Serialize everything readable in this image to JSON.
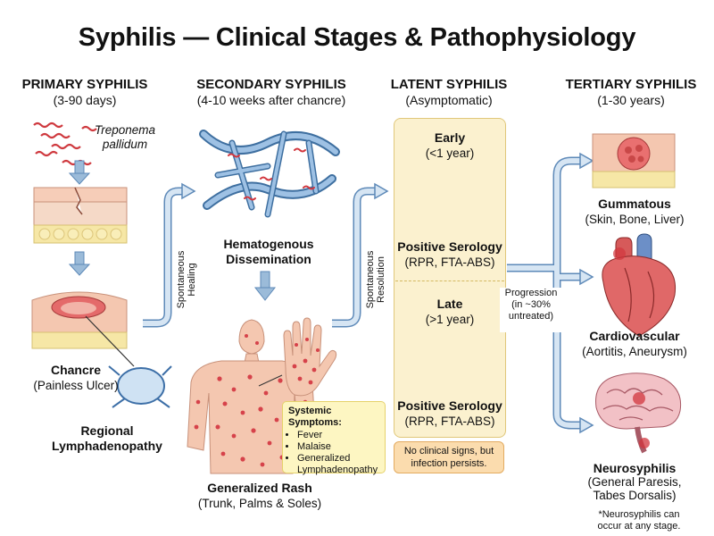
{
  "title": "Syphilis — Clinical Stages & Pathophysiology",
  "colors": {
    "arrow": "#9bbbd9",
    "arrow_stroke": "#5d89b8",
    "lesion": "#d6424a",
    "skin": "#f4c7b0",
    "latent_bg": "#fbf1cf",
    "note_bg": "#fbdcae",
    "symptom_bg": "#fdf6c2"
  },
  "primary": {
    "heading": "PRIMARY SYPHILIS",
    "duration": "(3-90 days)",
    "organism_line1": "Treponema",
    "organism_line2": "pallidum",
    "chancre": "Chancre",
    "chancre_desc": "(Painless Ulcer)",
    "lymph_line1": "Regional",
    "lymph_line2": "Lymphadenopathy",
    "icons": [
      "treponema-spirochete-icon",
      "skin-layer-icon",
      "chancre-ulcer-icon",
      "lymph-node-icon"
    ]
  },
  "transition1": {
    "line1": "Spontaneous",
    "line2": "Healing"
  },
  "secondary": {
    "heading": "SECONDARY SYPHILIS",
    "duration": "(4-10 weeks after chancre)",
    "dissem_line1": "Hematogenous",
    "dissem_line2": "Dissemination",
    "rash": "Generalized Rash",
    "rash_desc": "(Trunk, Palms & Soles)",
    "symptoms_title": "Systemic Symptoms:",
    "symptoms": [
      "Fever",
      "Malaise",
      "Generalized Lymphadenopathy"
    ],
    "icons": [
      "blood-vessel-icon",
      "body-rash-icon",
      "palm-rash-icon"
    ]
  },
  "transition2": {
    "line1": "Spontaneous",
    "line2": "Resolution"
  },
  "latent": {
    "heading": "LATENT SYPHILIS",
    "subheading": "(Asymptomatic)",
    "early": "Early",
    "early_desc": "(<1 year)",
    "late": "Late",
    "late_desc": "(>1 year)",
    "serology": "Positive Serology",
    "serology_tests": "(RPR, FTA-ABS)",
    "note": "No clinical signs, but infection persists.",
    "icons": [
      "test-tube-icon"
    ]
  },
  "progression": {
    "line1": "Progression",
    "line2": "(in ~30%",
    "line3": "untreated)"
  },
  "tertiary": {
    "heading": "TERTIARY SYPHILIS",
    "duration": "(1-30 years)",
    "gummatous": "Gummatous",
    "gummatous_desc": "(Skin, Bone, Liver)",
    "cardio": "Cardiovascular",
    "cardio_desc": "(Aortitis, Aneurysm)",
    "neuro": "Neurosyphilis",
    "neuro_desc1": "(General Paresis,",
    "neuro_desc2": "Tabes Dorsalis)",
    "footnote1": "*Neurosyphilis can",
    "footnote2": "occur at any stage.",
    "icons": [
      "gumma-icon",
      "heart-icon",
      "brain-icon"
    ]
  }
}
